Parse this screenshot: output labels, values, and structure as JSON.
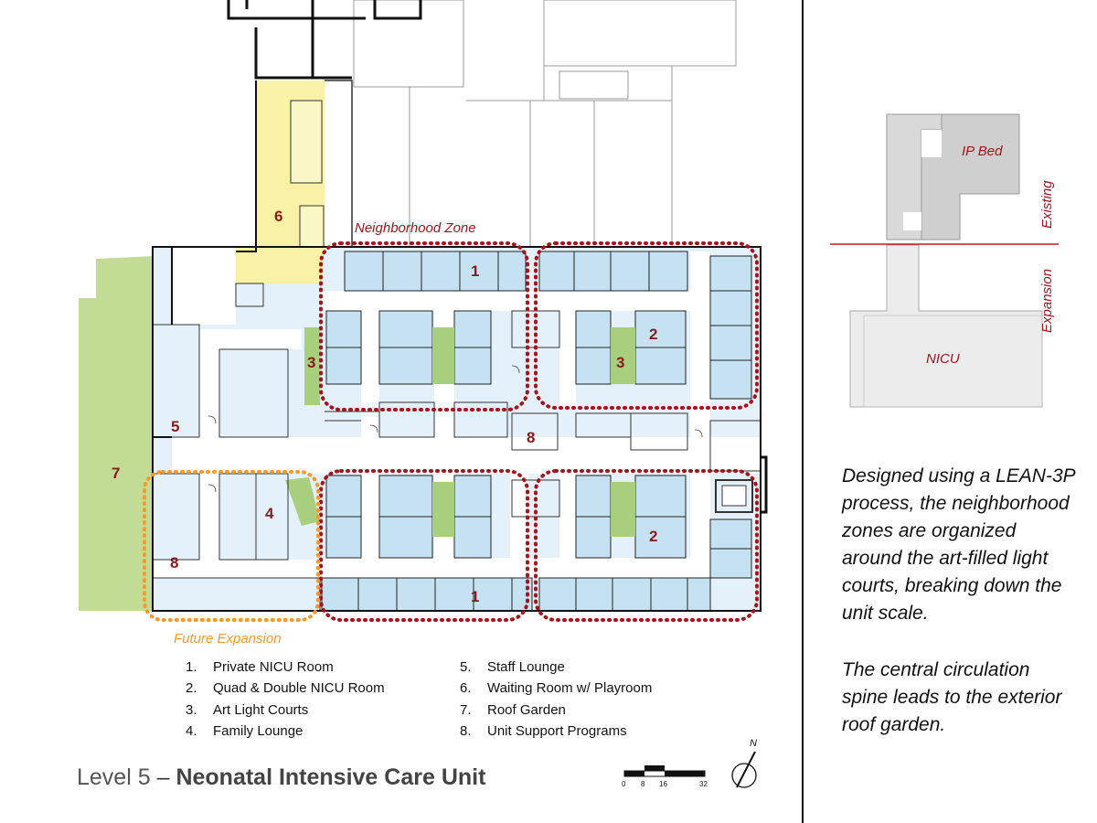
{
  "plan": {
    "zone_labels": {
      "neighborhood_zone": "Neighborhood Zone",
      "future_expansion": "Future Expansion"
    },
    "room_numbers": {
      "n1_top": "1",
      "n1_bottom": "1",
      "n2_top": "2",
      "n2_bottom": "2",
      "n3_left": "3",
      "n3_right": "3",
      "n4": "4",
      "n5": "5",
      "n6": "6",
      "n7": "7",
      "n8_mid": "8",
      "n8_left": "8"
    },
    "colors": {
      "nicu_room": "#c5e1f2",
      "support": "#e4f1fa",
      "light_court": "#a8cf7d",
      "roof_garden": "#c2dc95",
      "waiting": "#f9f2a6",
      "neighborhood_outline": "#a3141d",
      "future_outline": "#f39a2d",
      "number_color": "#8b1a1a"
    }
  },
  "legend": {
    "left": [
      {
        "num": "1.",
        "text": "Private NICU Room"
      },
      {
        "num": "2.",
        "text": "Quad & Double NICU Room"
      },
      {
        "num": "3.",
        "text": "Art Light Courts"
      },
      {
        "num": "4.",
        "text": "Family Lounge"
      }
    ],
    "right": [
      {
        "num": "5.",
        "text": "Staff Lounge"
      },
      {
        "num": "6.",
        "text": "Waiting Room w/ Playroom"
      },
      {
        "num": "7.",
        "text": "Roof Garden"
      },
      {
        "num": "8.",
        "text": "Unit Support Programs"
      }
    ]
  },
  "title": {
    "level": "Level 5",
    "dash": "–",
    "name": "Neonatal Intensive Care Unit"
  },
  "scale_bar": {
    "ticks": [
      "0",
      "8",
      "16",
      "32"
    ],
    "north": "N"
  },
  "key_plan": {
    "ip_bed": "IP Bed",
    "nicu": "NICU",
    "existing": "Existing",
    "expansion": "Expansion"
  },
  "description": {
    "paragraph1": "Designed using a LEAN-3P process, the neighborhood zones are organized around the art-filled light courts, breaking down the unit scale.",
    "paragraph2": "The central circulation spine leads to the exterior roof garden."
  }
}
